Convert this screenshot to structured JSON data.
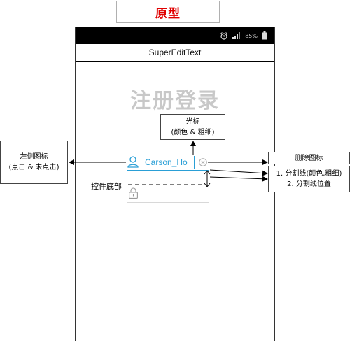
{
  "page_title": "原型",
  "status_bar": {
    "battery": "85%",
    "icons": [
      "alarm-icon",
      "signal-icon",
      "battery-icon"
    ]
  },
  "app_bar": {
    "title": "SuperEditText"
  },
  "app_heading": "注册登录",
  "username_field": {
    "value": "Carson_Ho",
    "icons": [
      "user-icon",
      "clear-icon"
    ]
  },
  "password_field": {
    "icons": [
      "lock-icon"
    ]
  },
  "annotations": {
    "cursor": {
      "line1": "光标",
      "line2": "(颜色 & 粗细)"
    },
    "left_icon": {
      "line1": "左侧图标",
      "line2": "(点击 & 未点击)"
    },
    "clear_icon": {
      "line1": "删除图标"
    },
    "divider": {
      "line1": "1. 分割线(颜色,粗细)",
      "line2": "2. 分割线位置"
    },
    "control_bottom": "控件底部"
  },
  "colors": {
    "title_red": "#e00000",
    "accent_blue": "#2a9fd6",
    "heading_gray": "#c8c8c8"
  }
}
